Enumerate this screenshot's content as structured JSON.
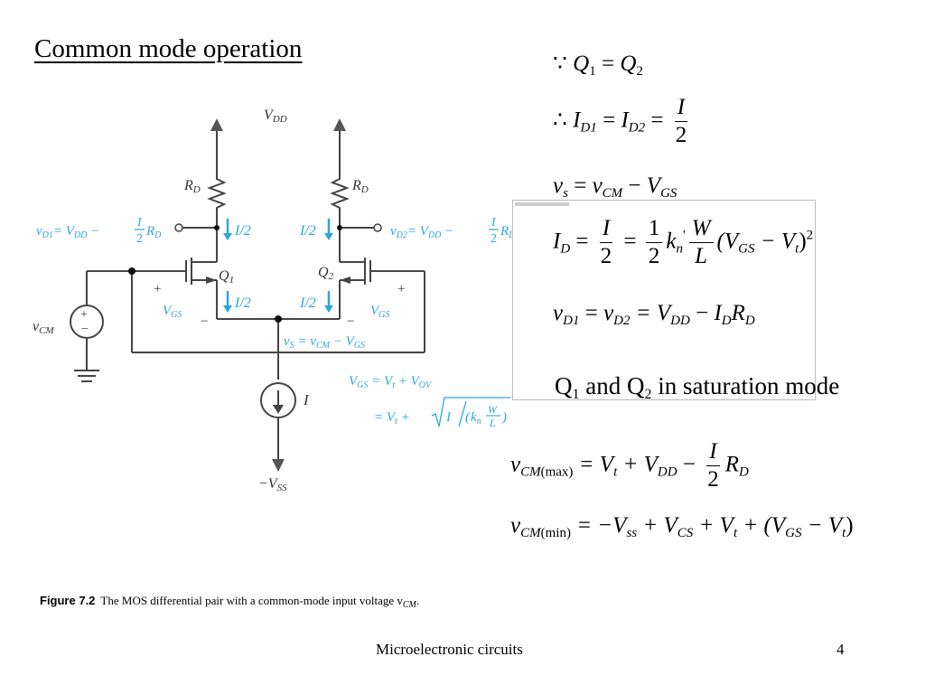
{
  "slide": {
    "title": "Common mode operation",
    "footer": "Microelectronic circuits",
    "page_number": "4"
  },
  "figure": {
    "caption_label": "Figure 7.2",
    "caption_text": "The MOS differential pair with a common-mode input voltage v",
    "caption_sub": "CM",
    "caption_end": ".",
    "labels": {
      "vdd": "V",
      "vdd_sub": "DD",
      "rd": "R",
      "rd_sub": "D",
      "q": "Q",
      "q1_sub": "1",
      "q2_sub": "2",
      "i_half": "I/2",
      "vgs": "V",
      "vgs_sub": "GS",
      "plus": "+",
      "minus": "−",
      "vcm": "v",
      "vcm_sub": "CM",
      "current": "I",
      "vss": "−V",
      "vss_sub": "SS",
      "vd1_lhs": "v",
      "vd1_sub": "D1",
      "vd2_sub": "D2",
      "eq_vdd": "= V",
      "eq_vdd_sub": "DD",
      "eq_minus": "−",
      "frac_i": "I",
      "frac_2": "2",
      "vs_expr": "v",
      "vs_sub": "S",
      "vs_rhs": " = v",
      "vs_rhs_tail": " − V",
      "vgs_eq1": " = V",
      "vgs_eq1_t": "t",
      "vgs_eq1_plus": " + V",
      "vgs_eq1_ov": "OV",
      "vgs_eq2": "= V",
      "vgs_eq2_plus": " + ",
      "sqrt_i": "I",
      "sqrt_k": "k",
      "sqrt_k_sub": "n",
      "sqrt_w": "W",
      "sqrt_l": "L"
    }
  },
  "equations": {
    "eq1": {
      "because": "∵",
      "q": "Q",
      "s1": "1",
      "eq": " = ",
      "s2": "2"
    },
    "eq2": {
      "therefore": "∴",
      "i": "I",
      "sd1": "D1",
      "eq": " = ",
      "sd2": "D2",
      "eq2": " = ",
      "num": "I",
      "den": "2"
    },
    "eq3": {
      "v": "v",
      "s": "s",
      "eq": " = ",
      "vcm": "v",
      "cm": "CM",
      "minus": " − ",
      "V": "V",
      "gs": "GS"
    },
    "eq4": {
      "i": "I",
      "d": "D",
      "eq": " = ",
      "num1": "I",
      "den1": "2",
      "eq2": " = ",
      "num2": "1",
      "den2": "2",
      "k": "k",
      "n": "n",
      "prime": "'",
      "numw": "W",
      "denl": "L",
      "open": "(V",
      "gs": "GS",
      "minus": " − V",
      "t": "t",
      "close": ")",
      "sq": "2"
    },
    "eq5": {
      "v": "v",
      "d1": "D1",
      "eq": " = ",
      "d2": "D2",
      "eq2": " = V",
      "dd": "DD",
      "minus": " − ",
      "I": "I",
      "D": "D",
      "R": "R",
      "RD": "D"
    },
    "eq6": {
      "v": "v",
      "cm": "CM",
      "max": "(max)",
      "eq": " = V",
      "t": "t",
      "plus": " + V",
      "dd": "DD",
      "minus": " − ",
      "num": "I",
      "den": "2",
      "R": "R",
      "RD": "D"
    },
    "eq7": {
      "v": "v",
      "cm": "CM",
      "min": "(min)",
      "eq": " = −V",
      "ss": "ss",
      "plus1": " + V",
      "cs": "CS",
      "plus2": " + V",
      "t": "t",
      "plus3": " + (V",
      "gs": "GS",
      "minus": " − V",
      "t2": "t",
      "close": ")"
    }
  },
  "saturation_note": {
    "q": "Q",
    "s1": "1",
    "and": " and Q",
    "s2": "2",
    "rest": " in saturation mode"
  },
  "colors": {
    "accent_blue": "#2aa6de",
    "ink": "#000000"
  }
}
